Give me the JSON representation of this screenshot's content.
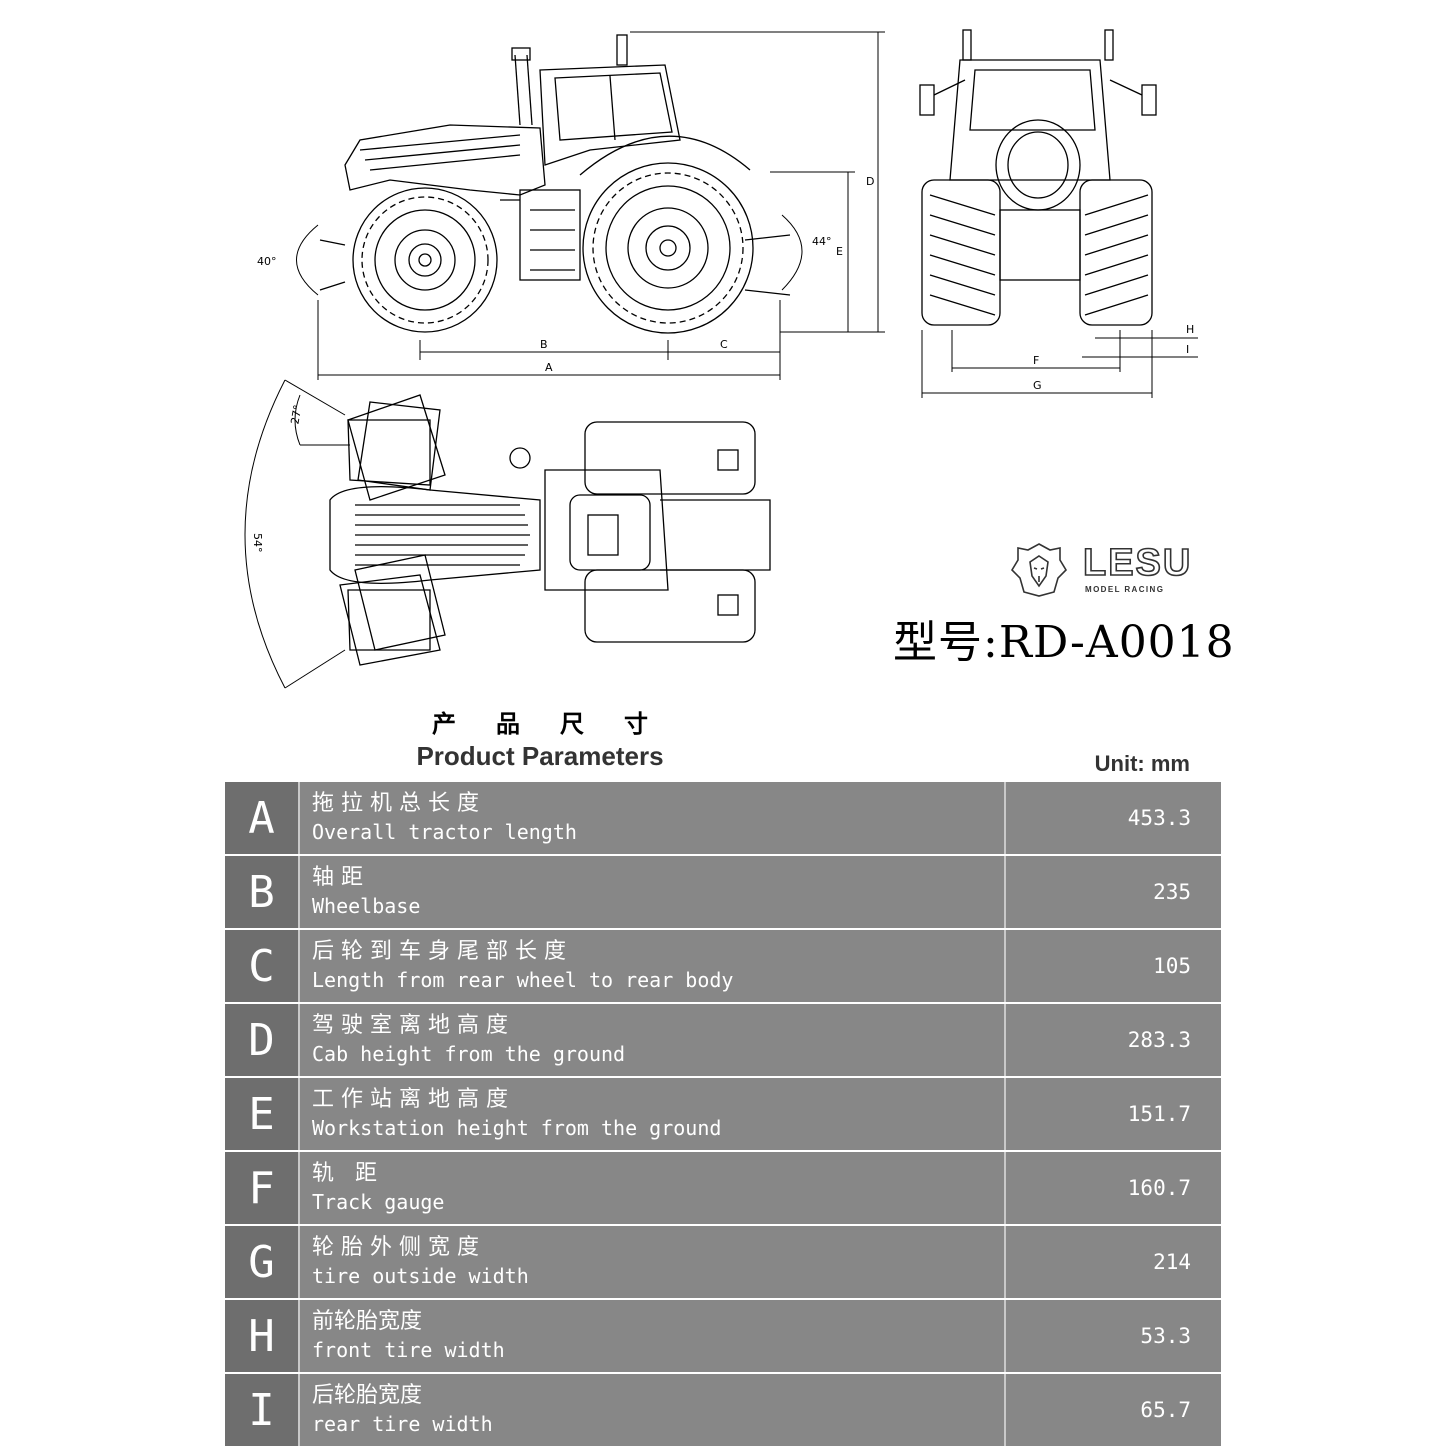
{
  "drawing": {
    "side_labels": {
      "a": "A",
      "b": "B",
      "c": "C",
      "d": "D",
      "e": "E",
      "angle_front": "40°",
      "angle_rear": "44°"
    },
    "front_labels": {
      "f": "F",
      "g": "G",
      "h": "H",
      "i": "I"
    },
    "top_labels": {
      "steer_inner": "27°",
      "steer_outer": "54°"
    }
  },
  "brand": {
    "name": "LESU",
    "tagline": "MODEL RACING"
  },
  "model": "型号:RD-A0018",
  "header": {
    "title_cn": "产品尺寸",
    "title_en": "Product Parameters",
    "unit": "Unit: mm"
  },
  "parameters": [
    {
      "letter": "A",
      "cn": "拖 拉 机 总 长 度",
      "en": "Overall tractor length",
      "value": "453.3"
    },
    {
      "letter": "B",
      "cn": "轴 距",
      "en": "Wheelbase",
      "value": "235"
    },
    {
      "letter": "C",
      "cn": "后 轮 到 车 身 尾 部 长 度",
      "en": "Length from rear wheel to rear body",
      "value": "105"
    },
    {
      "letter": "D",
      "cn": "驾 驶 室 离 地 高 度",
      "en": "Cab height from the ground",
      "value": "283.3"
    },
    {
      "letter": "E",
      "cn": "工 作 站 离 地 高 度",
      "en": "Workstation height from the ground",
      "value": "151.7"
    },
    {
      "letter": "F",
      "cn": "轨   距",
      "en": "Track gauge",
      "value": "160.7"
    },
    {
      "letter": "G",
      "cn": "轮 胎 外 侧 宽 度",
      "en": "tire outside width",
      "value": "214"
    },
    {
      "letter": "H",
      "cn": "前轮胎宽度",
      "en": "front tire width",
      "value": "53.3"
    },
    {
      "letter": "I",
      "cn": "后轮胎宽度",
      "en": "rear tire width",
      "value": "65.7"
    }
  ]
}
